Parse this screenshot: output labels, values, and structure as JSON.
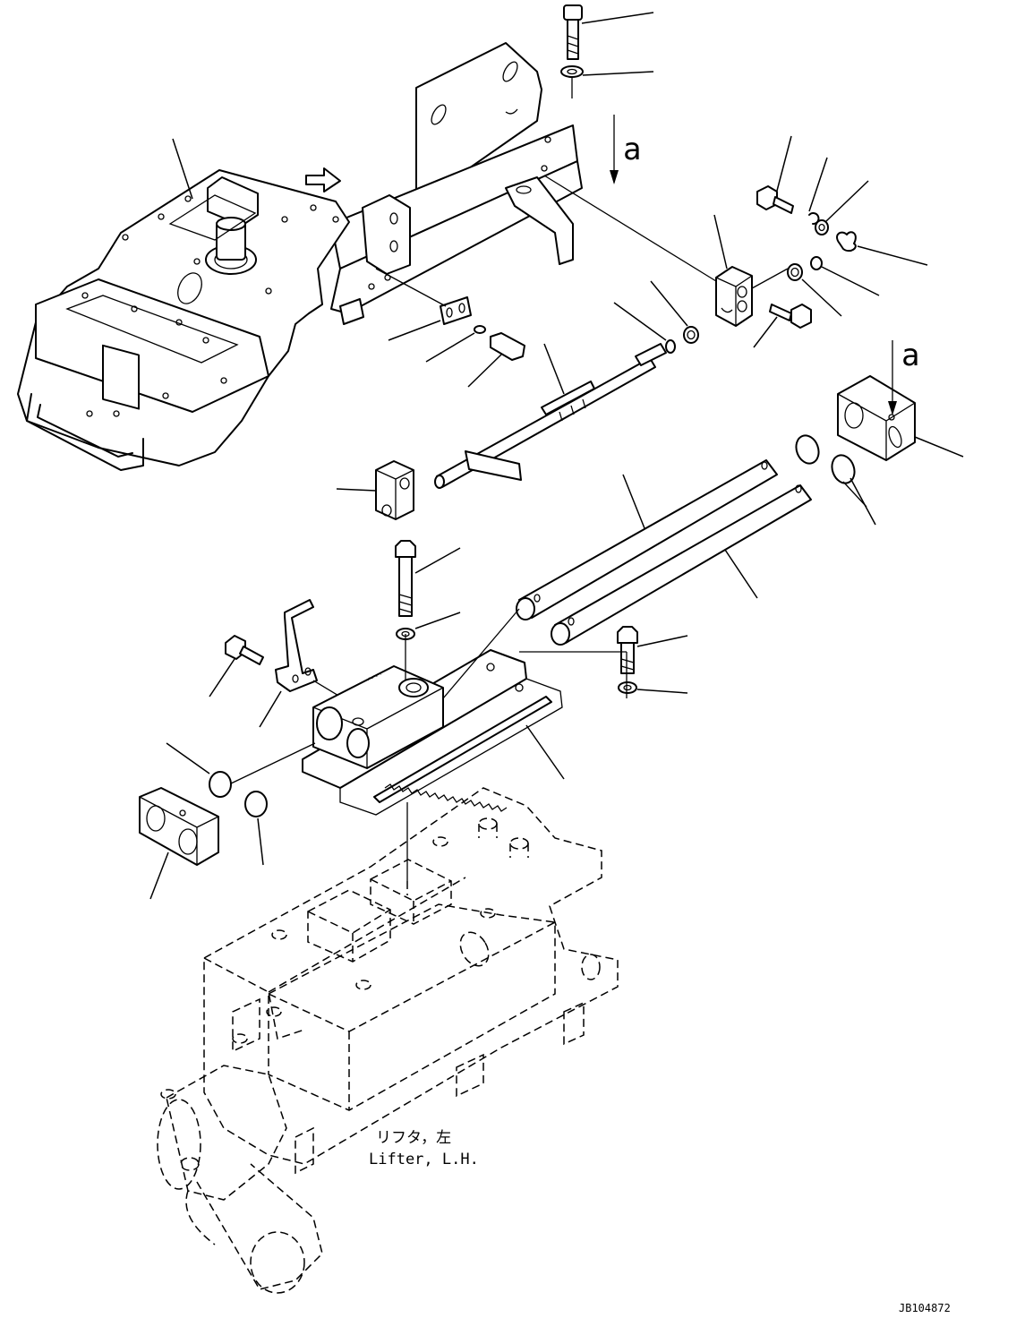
{
  "view_marker_top": "a",
  "view_marker_right": "a",
  "assembly_label_jp": "リフタ，左",
  "assembly_label_en": "Lifter, L.H.",
  "drawing_number": "JB104872",
  "stroke_color": "#000000",
  "background_color": "#ffffff"
}
